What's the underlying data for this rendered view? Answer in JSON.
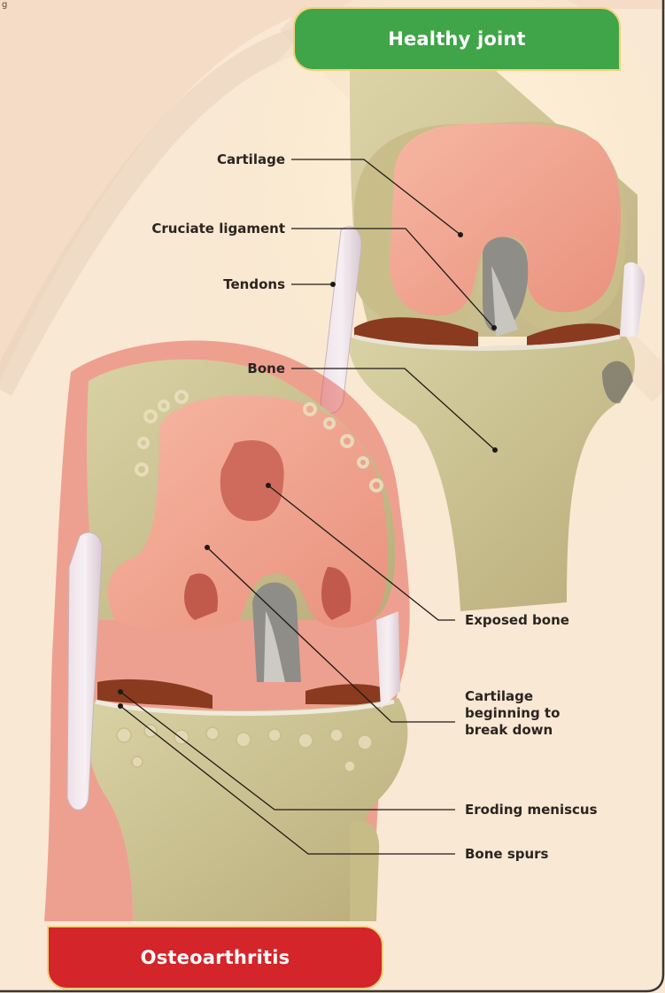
{
  "caption": "g",
  "titles": {
    "healthy": "Healthy joint",
    "osteoarthritis": "Osteoarthritis"
  },
  "labels": {
    "cartilage": "Cartilage",
    "cruciate_ligament": "Cruciate ligament",
    "tendons": "Tendons",
    "bone": "Bone",
    "exposed_bone": "Exposed bone",
    "cartilage_breakdown_line1": "Cartilage",
    "cartilage_breakdown_line2": "beginning to",
    "cartilage_breakdown_line3": "break down",
    "eroding_meniscus": "Eroding meniscus",
    "bone_spurs": "Bone spurs"
  },
  "colors": {
    "healthy_badge": "#3fa548",
    "osteoarthritis_badge": "#d3252a",
    "badge_border": "#f1d27a",
    "background": "#f5dcc6",
    "cartilage": "#f0a896",
    "bone": "#cfc592",
    "inflammation": "#e0342f"
  }
}
